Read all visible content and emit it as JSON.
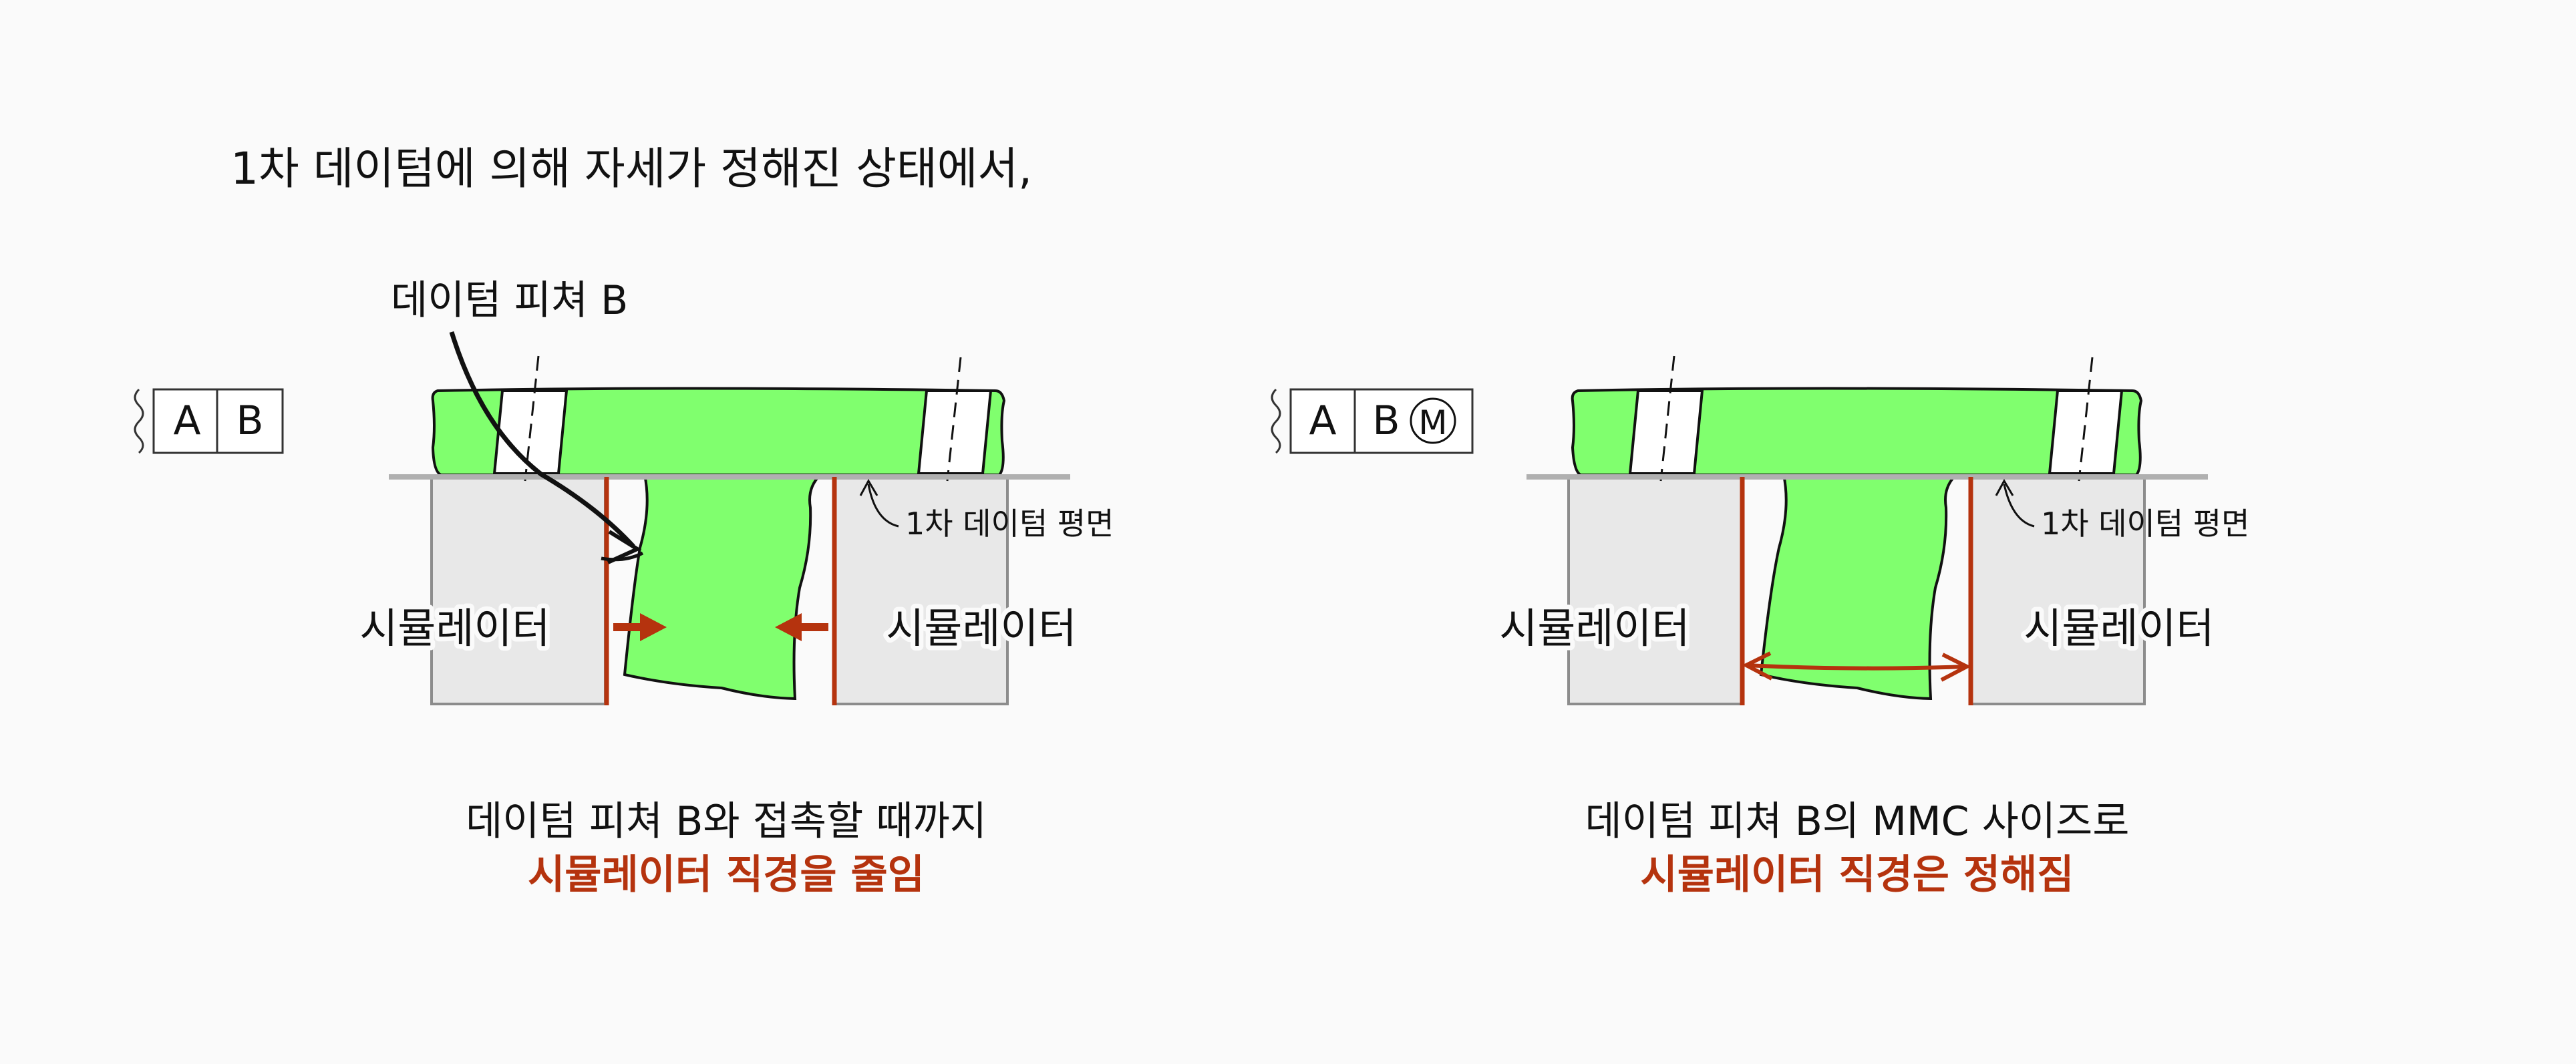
{
  "heading": "1차 데이텀에 의해 자세가 정해진 상태에서,",
  "colors": {
    "part": "#80ff6e",
    "simulator": "#e8e8e8",
    "simulator_border": "#8c8c8c",
    "datum_plane": "#b0b0b0",
    "accent": "#b5330e",
    "text": "#111111",
    "background": "#fafafa"
  },
  "left": {
    "frame": {
      "datum_a": "A",
      "datum_b": "B"
    },
    "leader_label": "데이텀 피쳐 B",
    "plane_label": "1차 데이텀 평면",
    "simulator_left": "시뮬레이터",
    "simulator_right": "시뮬레이터",
    "caption_line1": "데이텀 피쳐 B와 접촉할 때까지",
    "caption_line2": "시뮬레이터 직경을 줄임"
  },
  "right": {
    "frame": {
      "datum_a": "A",
      "datum_b": "B",
      "modifier": "M"
    },
    "plane_label": "1차 데이텀 평면",
    "simulator_left": "시뮬레이터",
    "simulator_right": "시뮬레이터",
    "caption_line1": "데이텀 피쳐 B의 MMC 사이즈로",
    "caption_line2": "시뮬레이터 직경은 정해짐"
  }
}
